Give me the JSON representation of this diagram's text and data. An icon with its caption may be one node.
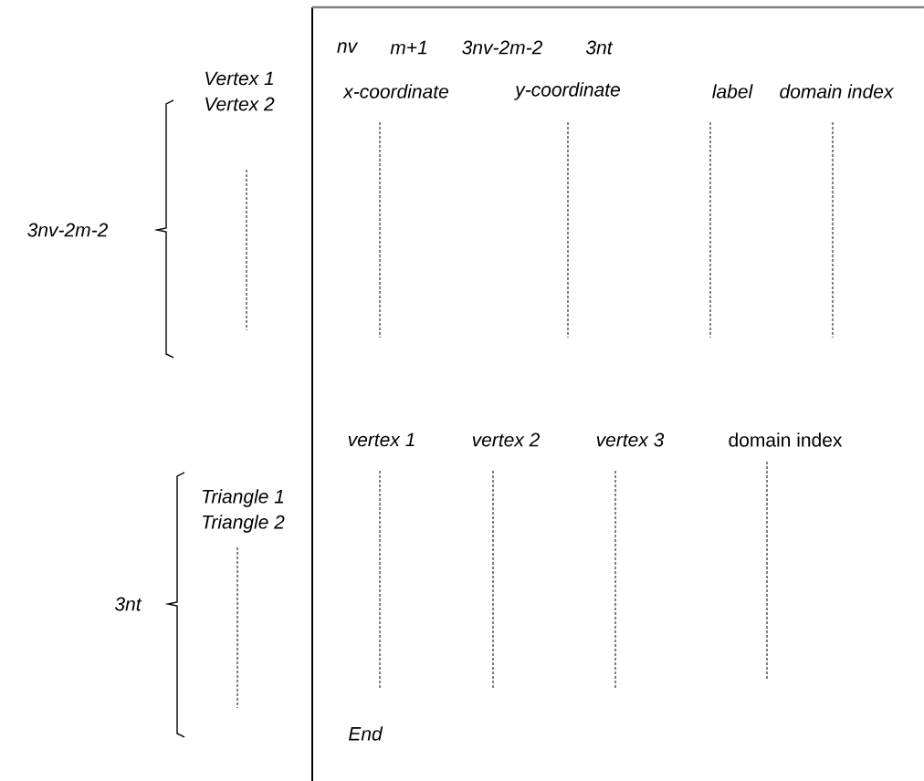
{
  "diagram": {
    "labels": [
      "nv",
      "m+1",
      "3nv-2m-2",
      "3nt",
      "x-coordinate",
      "y-coordinate",
      "label",
      "domain index",
      "Vertex 1",
      "Vertex 2",
      "3nv-2m-2",
      "vertex 1",
      "vertex 2",
      "vertex 3",
      "domain index",
      "Triangle 1",
      "Triangle 2",
      "3nt",
      "End"
    ]
  }
}
